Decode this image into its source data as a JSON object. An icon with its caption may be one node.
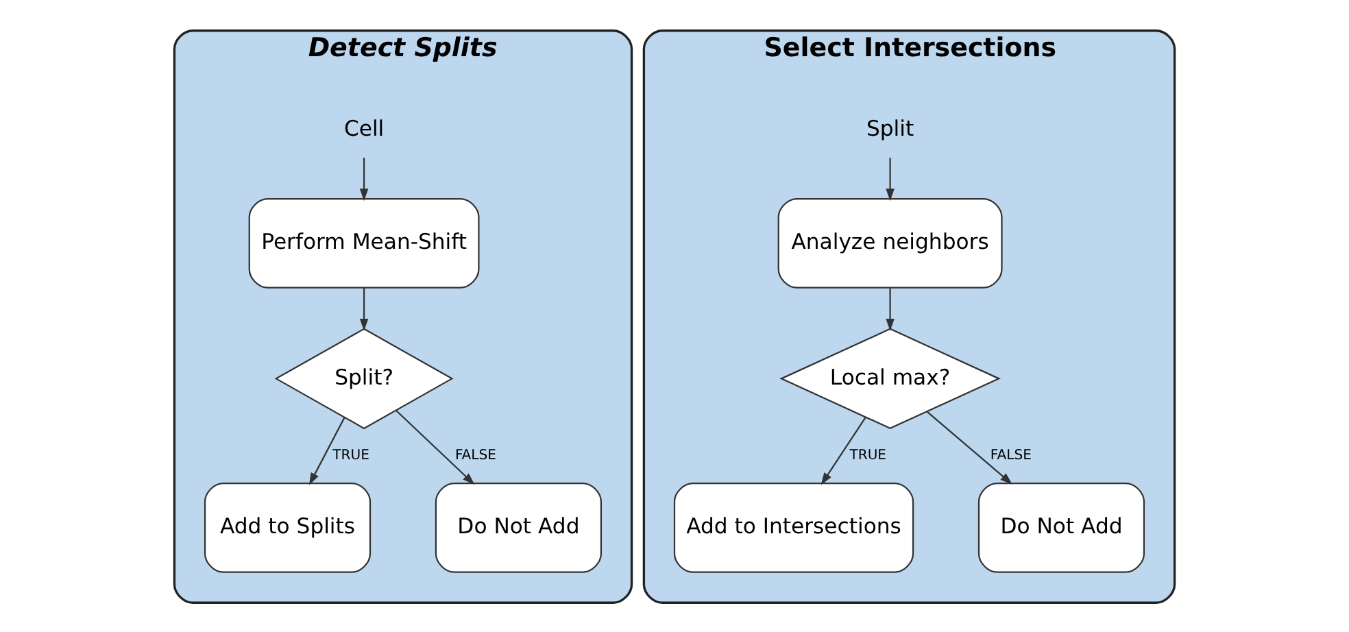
{
  "diagram": {
    "nodes": [
      {
        "text": [
          "Detect Splits"
        ]
      },
      {
        "text": [
          "Cell"
        ],
        "in": 0
      },
      {
        "text": [
          "Perform Mean-Shift"
        ],
        "in": 0
      },
      {
        "text": [
          "Split?"
        ],
        "in": 0
      },
      {
        "text": [
          "Add to Splits"
        ],
        "in": 0
      },
      {
        "text": [
          "Do Not Add"
        ],
        "in": 0
      },
      {
        "text": [
          "Select Intersections"
        ]
      },
      {
        "text": [
          "Split"
        ],
        "in": 6
      },
      {
        "text": [
          "Analyze neighbors"
        ],
        "in": 6
      },
      {
        "text": [
          "Local max?"
        ],
        "in": 6
      },
      {
        "text": [
          "Add to Intersections"
        ],
        "in": 6
      },
      {
        "text": [
          "Do Not Add"
        ],
        "in": 6
      }
    ],
    "edges": [
      {
        "from": 1,
        "to": 2,
        "arrow": "to"
      },
      {
        "from": 2,
        "to": 3,
        "arrow": "to"
      },
      {
        "from": 3,
        "to": 4,
        "arrow": "to",
        "label": "TRUE"
      },
      {
        "from": 3,
        "to": 5,
        "arrow": "to",
        "label": "FALSE"
      },
      {
        "from": 7,
        "to": 8,
        "arrow": "to"
      },
      {
        "from": 8,
        "to": 9,
        "arrow": "to"
      },
      {
        "from": 9,
        "to": 10,
        "arrow": "to",
        "label": "TRUE"
      },
      {
        "from": 9,
        "to": 11,
        "arrow": "to",
        "label": "FALSE"
      }
    ]
  }
}
